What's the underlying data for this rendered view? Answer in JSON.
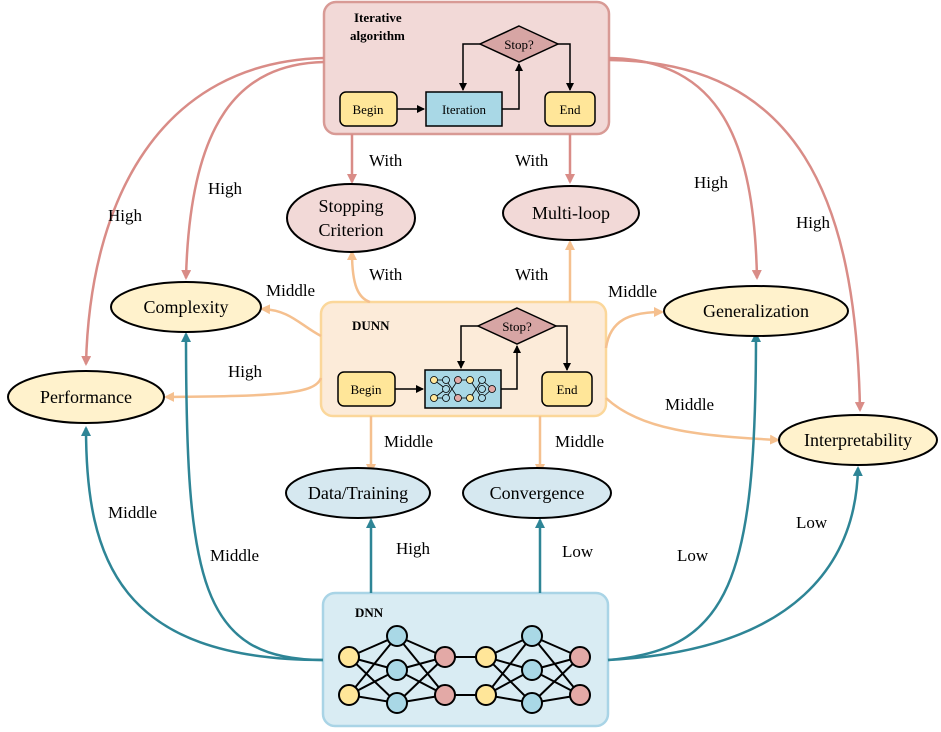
{
  "iterative": {
    "title_line1": "Iterative",
    "title_line2": "algorithm",
    "begin": "Begin",
    "iteration": "Iteration",
    "stop": "Stop?",
    "end": "End"
  },
  "dunn": {
    "title": "DUNN",
    "begin": "Begin",
    "stop": "Stop?",
    "end": "End"
  },
  "dnn": {
    "title": "DNN"
  },
  "nodes": {
    "stopping_line1": "Stopping",
    "stopping_line2": "Criterion",
    "multiloop": "Multi-loop",
    "complexity": "Complexity",
    "generalization": "Generalization",
    "performance": "Performance",
    "interpretability": "Interpretability",
    "data_training": "Data/Training",
    "convergence": "Convergence"
  },
  "edges": {
    "iter_stopping": "With",
    "iter_multiloop": "With",
    "iter_complexity": "High",
    "iter_performance": "High",
    "iter_generalization": "High",
    "iter_interpretability": "High",
    "dunn_stopping": "With",
    "dunn_multiloop": "With",
    "dunn_complexity": "Middle",
    "dunn_performance": "High",
    "dunn_generalization": "Middle",
    "dunn_interpretability": "Middle",
    "dunn_data": "Middle",
    "dunn_convergence": "Middle",
    "dnn_data": "High",
    "dnn_convergence": "Low",
    "dnn_performance": "Middle",
    "dnn_complexity": "Middle",
    "dnn_generalization": "Low",
    "dnn_interpretability": "Low"
  },
  "colors": {
    "iterative_fill": "#f2d9d7",
    "iterative_stroke": "#d89a95",
    "dunn_fill": "#fcebd9",
    "dunn_stroke": "#fbd79a",
    "dnn_fill": "#d9ecf3",
    "dnn_stroke": "#a9d4e6",
    "red_arrow": "#d98c87",
    "orange_arrow": "#f5c08f",
    "teal_arrow": "#2e8596",
    "yellow_node": "#fff2cc",
    "pink_node": "#f2d9d7",
    "blue_node": "#d6e8f0"
  }
}
